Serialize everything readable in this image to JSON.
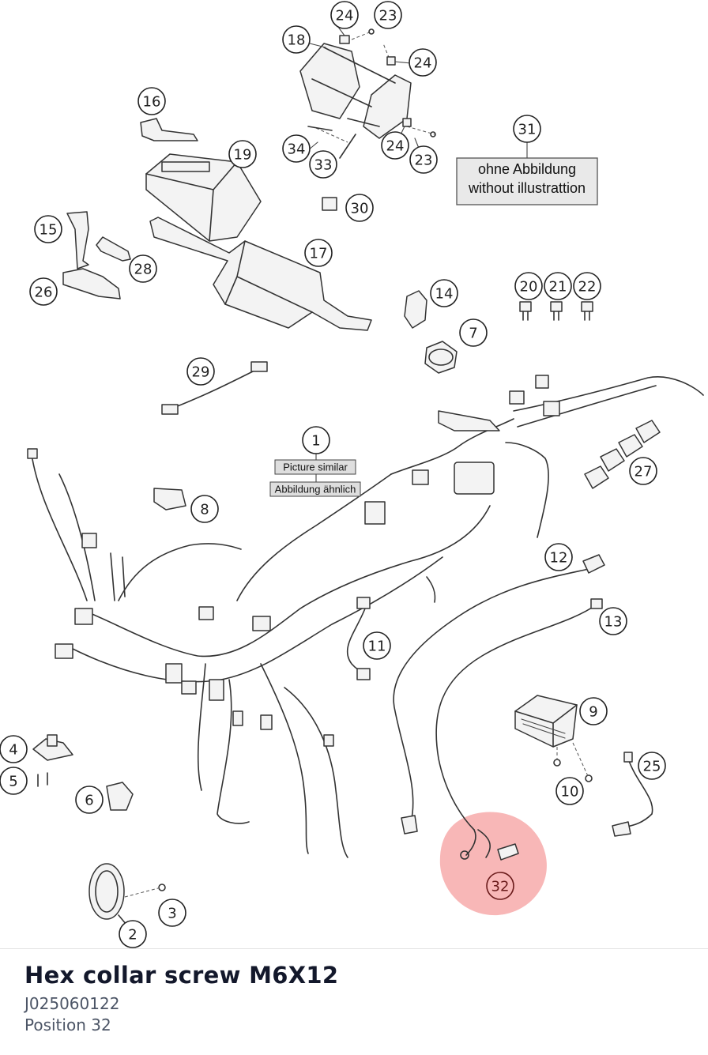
{
  "diagram": {
    "callouts": [
      "1",
      "2",
      "3",
      "4",
      "5",
      "6",
      "7",
      "8",
      "9",
      "10",
      "11",
      "12",
      "13",
      "14",
      "15",
      "16",
      "17",
      "18",
      "19",
      "20",
      "21",
      "22",
      "23",
      "24",
      "25",
      "26",
      "27",
      "28",
      "29",
      "30",
      "31",
      "32",
      "33",
      "34"
    ],
    "note_31": {
      "line1": "ohne Abbildung",
      "line2": "without illustrattion"
    },
    "note_1": {
      "line1": "Picture similar",
      "line2": "Abbildung ähnlich"
    },
    "highlight_color": "#f06060",
    "selected_callout": "32"
  },
  "part": {
    "name": "Hex collar screw M6X12",
    "number": "J025060122",
    "position_label": "Position 32"
  }
}
